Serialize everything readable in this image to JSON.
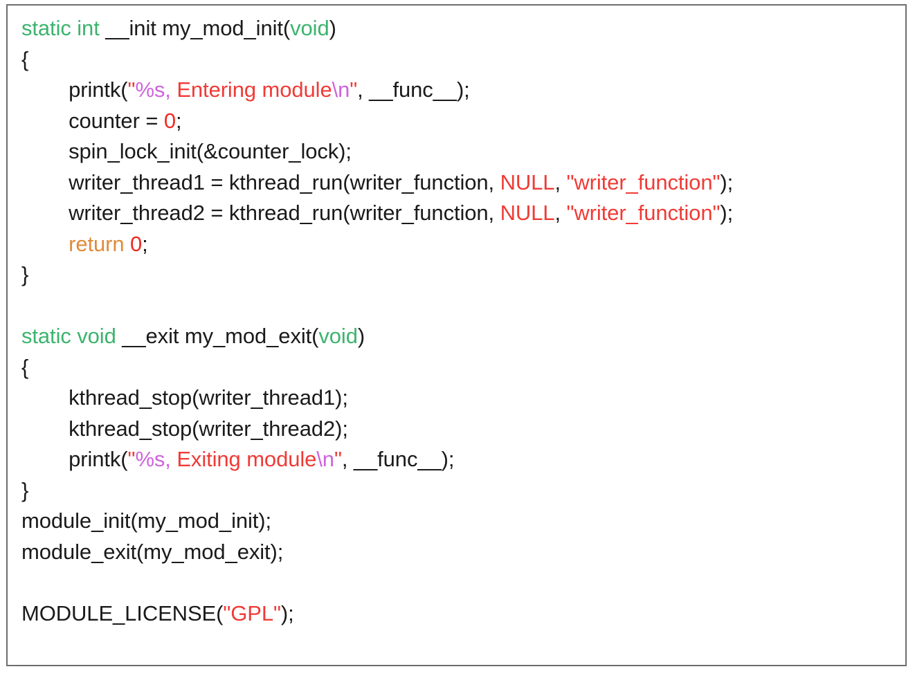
{
  "document": {
    "kind": "source-code-listing",
    "language": "C",
    "frame_border_color": "#6e6e6e",
    "background_color": "#ffffff"
  },
  "palette": {
    "plain": "#1a1a1a",
    "type": "#3cb46e",
    "keyword": "#e08b3a",
    "string": "#ef3b36",
    "format_specifier": "#cf63dd",
    "number": "#ef2a22",
    "constant": "#ef3b36"
  },
  "code": {
    "indent": "        ",
    "lines": [
      {
        "id": "line-1",
        "tokens": [
          {
            "text": "static int",
            "cls": "tok-type"
          },
          {
            "text": " __init my_mod_init(",
            "cls": "tok-plain"
          },
          {
            "text": "void",
            "cls": "tok-type"
          },
          {
            "text": ")",
            "cls": "tok-plain"
          }
        ]
      },
      {
        "id": "line-2",
        "tokens": [
          {
            "text": "{",
            "cls": "tok-plain"
          }
        ]
      },
      {
        "id": "line-3",
        "tokens": [
          {
            "text": "        printk(",
            "cls": "tok-plain"
          },
          {
            "text": "\"",
            "cls": "tok-string"
          },
          {
            "text": "%s,",
            "cls": "tok-format"
          },
          {
            "text": " Entering module",
            "cls": "tok-string"
          },
          {
            "text": "\\n",
            "cls": "tok-format"
          },
          {
            "text": "\"",
            "cls": "tok-string"
          },
          {
            "text": ", __func__);",
            "cls": "tok-plain"
          }
        ]
      },
      {
        "id": "line-4",
        "tokens": [
          {
            "text": "        counter = ",
            "cls": "tok-plain"
          },
          {
            "text": "0",
            "cls": "tok-number"
          },
          {
            "text": ";",
            "cls": "tok-plain"
          }
        ]
      },
      {
        "id": "line-5",
        "tokens": [
          {
            "text": "        spin_lock_init(&counter_lock);",
            "cls": "tok-plain"
          }
        ]
      },
      {
        "id": "line-6",
        "tokens": [
          {
            "text": "        writer_thread1 = kthread_run(writer_function, ",
            "cls": "tok-plain"
          },
          {
            "text": "NULL",
            "cls": "tok-const"
          },
          {
            "text": ", ",
            "cls": "tok-plain"
          },
          {
            "text": "\"writer_function\"",
            "cls": "tok-string"
          },
          {
            "text": ");",
            "cls": "tok-plain"
          }
        ]
      },
      {
        "id": "line-7",
        "tokens": [
          {
            "text": "        writer_thread2 = kthread_run(writer_function, ",
            "cls": "tok-plain"
          },
          {
            "text": "NULL",
            "cls": "tok-const"
          },
          {
            "text": ", ",
            "cls": "tok-plain"
          },
          {
            "text": "\"writer_function\"",
            "cls": "tok-string"
          },
          {
            "text": ");",
            "cls": "tok-plain"
          }
        ]
      },
      {
        "id": "line-8",
        "tokens": [
          {
            "text": "        ",
            "cls": "tok-plain"
          },
          {
            "text": "return",
            "cls": "tok-keyword"
          },
          {
            "text": " ",
            "cls": "tok-plain"
          },
          {
            "text": "0",
            "cls": "tok-number"
          },
          {
            "text": ";",
            "cls": "tok-plain"
          }
        ]
      },
      {
        "id": "line-9",
        "tokens": [
          {
            "text": "}",
            "cls": "tok-plain"
          }
        ]
      },
      {
        "id": "line-10",
        "blank": true,
        "tokens": []
      },
      {
        "id": "line-11",
        "tokens": [
          {
            "text": "static void",
            "cls": "tok-type"
          },
          {
            "text": " __exit my_mod_exit(",
            "cls": "tok-plain"
          },
          {
            "text": "void",
            "cls": "tok-type"
          },
          {
            "text": ")",
            "cls": "tok-plain"
          }
        ]
      },
      {
        "id": "line-12",
        "tokens": [
          {
            "text": "{",
            "cls": "tok-plain"
          }
        ]
      },
      {
        "id": "line-13",
        "tokens": [
          {
            "text": "        kthread_stop(writer_thread1);",
            "cls": "tok-plain"
          }
        ]
      },
      {
        "id": "line-14",
        "tokens": [
          {
            "text": "        kthread_stop(writer_thread2);",
            "cls": "tok-plain"
          }
        ]
      },
      {
        "id": "line-15",
        "tokens": [
          {
            "text": "        printk(",
            "cls": "tok-plain"
          },
          {
            "text": "\"",
            "cls": "tok-string"
          },
          {
            "text": "%s,",
            "cls": "tok-format"
          },
          {
            "text": " Exiting module",
            "cls": "tok-string"
          },
          {
            "text": "\\n",
            "cls": "tok-format"
          },
          {
            "text": "\"",
            "cls": "tok-string"
          },
          {
            "text": ", __func__);",
            "cls": "tok-plain"
          }
        ]
      },
      {
        "id": "line-16",
        "tokens": [
          {
            "text": "}",
            "cls": "tok-plain"
          }
        ]
      },
      {
        "id": "line-17",
        "tokens": [
          {
            "text": "module_init(my_mod_init);",
            "cls": "tok-plain"
          }
        ]
      },
      {
        "id": "line-18",
        "tokens": [
          {
            "text": "module_exit(my_mod_exit);",
            "cls": "tok-plain"
          }
        ]
      },
      {
        "id": "line-19",
        "blank": true,
        "tokens": []
      },
      {
        "id": "line-20",
        "tokens": [
          {
            "text": "MODULE_LICENSE(",
            "cls": "tok-plain"
          },
          {
            "text": "\"GPL\"",
            "cls": "tok-string"
          },
          {
            "text": ");",
            "cls": "tok-plain"
          }
        ]
      }
    ]
  }
}
